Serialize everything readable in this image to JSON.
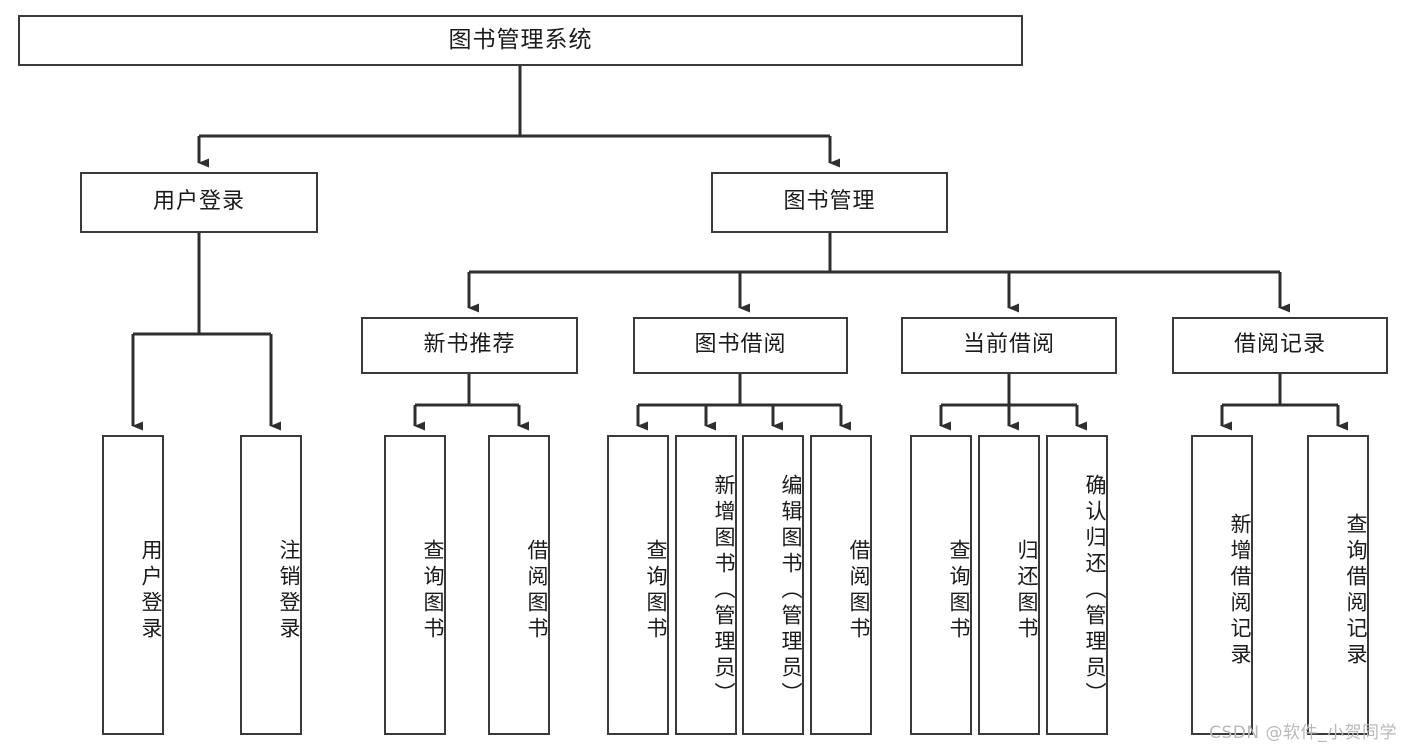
{
  "diagram": {
    "title": "图书管理系统",
    "type": "tree",
    "colors": {
      "background": "#ffffff",
      "box_border": "#3a3a3a",
      "box_fill": "#ffffff",
      "text": "#1b1b1b",
      "edge": "#2f2f2f",
      "watermark": "#b9b9b9"
    },
    "levels": {
      "root": {
        "label": "图书管理系统"
      },
      "level2": [
        {
          "label": "用户登录"
        },
        {
          "label": "图书管理"
        }
      ],
      "level3": [
        {
          "label": "新书推荐"
        },
        {
          "label": "图书借阅"
        },
        {
          "label": "当前借阅"
        },
        {
          "label": "借阅记录"
        }
      ],
      "leaves": {
        "user_login": [
          {
            "label": "用户登录"
          },
          {
            "label": "注销登录"
          }
        ],
        "new_book_recommend": [
          {
            "label": "查询图书"
          },
          {
            "label": "借阅图书"
          }
        ],
        "book_borrow": [
          {
            "label": "查询图书"
          },
          {
            "label": "新增图书（管理员）"
          },
          {
            "label": "编辑图书（管理员）"
          },
          {
            "label": "借阅图书"
          }
        ],
        "current_borrow": [
          {
            "label": "查询图书"
          },
          {
            "label": "归还图书"
          },
          {
            "label": "确认归还（管理员）"
          }
        ],
        "borrow_record": [
          {
            "label": "新增借阅记录"
          },
          {
            "label": "查询借阅记录"
          }
        ]
      }
    }
  },
  "watermark": {
    "text": "CSDN @软件_小贺同学"
  }
}
